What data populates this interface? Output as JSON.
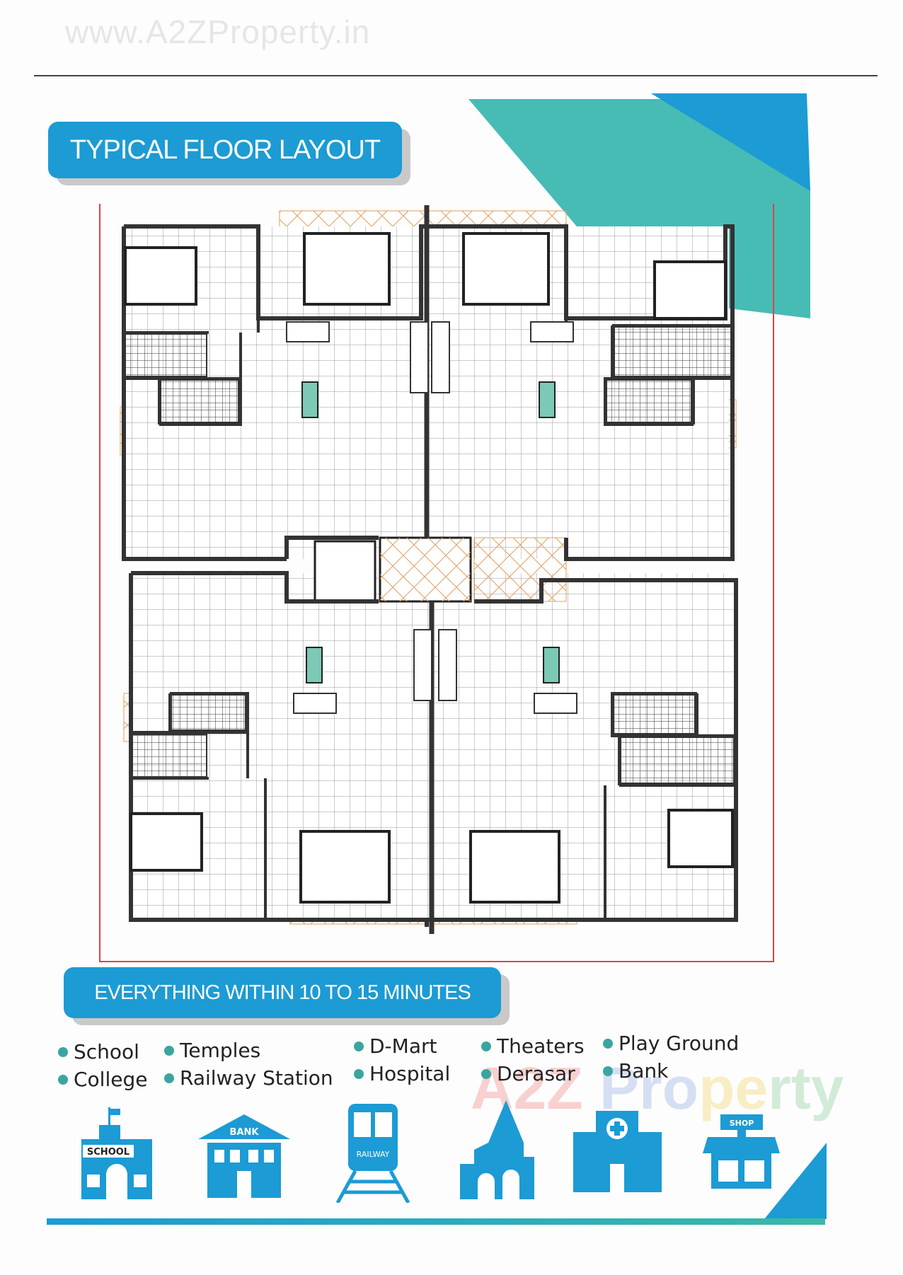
{
  "watermark": "www.A2ZProperty.in",
  "title": "TYPICAL FLOOR LAYOUT",
  "proximity_heading": "EVERYTHING WITHIN 10 TO 15 MINUTES",
  "amenities": [
    [
      "School",
      "College"
    ],
    [
      "Temples",
      "Railway Station"
    ],
    [
      "D-Mart",
      "Hospital"
    ],
    [
      "Theaters",
      "Derasar"
    ],
    [
      "Play Ground",
      "Bank"
    ]
  ],
  "icons": [
    {
      "name": "school-icon",
      "label": "SCHOOL"
    },
    {
      "name": "bank-icon",
      "label": "BANK"
    },
    {
      "name": "railway-icon",
      "label": "RAILWAY"
    },
    {
      "name": "temple-icon",
      "label": ""
    },
    {
      "name": "hospital-icon",
      "label": ""
    },
    {
      "name": "shop-icon",
      "label": "SHOP"
    }
  ],
  "brand_watermark": "A2Z Property",
  "colors": {
    "primary": "#1c9bd4",
    "teal": "#3cb8b0",
    "frame": "#dd4444"
  }
}
